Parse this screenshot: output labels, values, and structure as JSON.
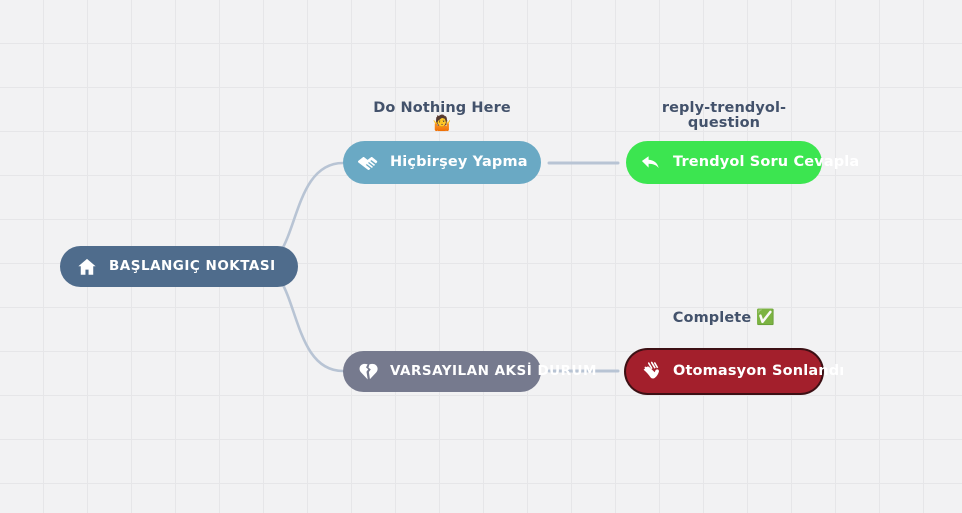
{
  "canvas": {
    "background_color": "#f2f2f3",
    "grid_color": "#e6e6e8",
    "grid_size": "44",
    "edge_color": "#b8c4d4"
  },
  "nodes": [
    {
      "id": "start",
      "label": "BAŞLANGIÇ NOKTASI",
      "icon": "home-icon",
      "color": "#4f6c8c",
      "caption": ""
    },
    {
      "id": "do-nothing",
      "label": "Hiçbirşey Yapma",
      "icon": "handshake-icon",
      "color": "#6aa9c4",
      "caption": "Do Nothing Here",
      "caption_emoji": "🤷"
    },
    {
      "id": "reply",
      "label": "Trendyol Soru Cevapla",
      "icon": "reply-arrow-icon",
      "color": "#3ce550",
      "caption": "reply-trendyol-question"
    },
    {
      "id": "default",
      "label": "VARSAYILAN AKSİ DURUM",
      "icon": "broken-heart-icon",
      "color": "#767a8e",
      "caption": ""
    },
    {
      "id": "end",
      "label": "Otomasyon Sonlandı",
      "icon": "waving-hands-icon",
      "color": "#a31f2c",
      "caption": "Complete",
      "caption_emoji": "✅"
    }
  ],
  "captions": {
    "do_nothing_line1": "Do Nothing Here",
    "do_nothing_emoji": "🤷",
    "reply_line1": "reply-trendyol-",
    "reply_line2": "question",
    "complete_text": "Complete",
    "complete_emoji": "✅"
  },
  "edges": [
    {
      "from": "start",
      "to": "do-nothing",
      "type": "bezier"
    },
    {
      "from": "start",
      "to": "default",
      "type": "bezier"
    },
    {
      "from": "do-nothing",
      "to": "reply",
      "type": "straight"
    },
    {
      "from": "default",
      "to": "end",
      "type": "straight"
    }
  ]
}
